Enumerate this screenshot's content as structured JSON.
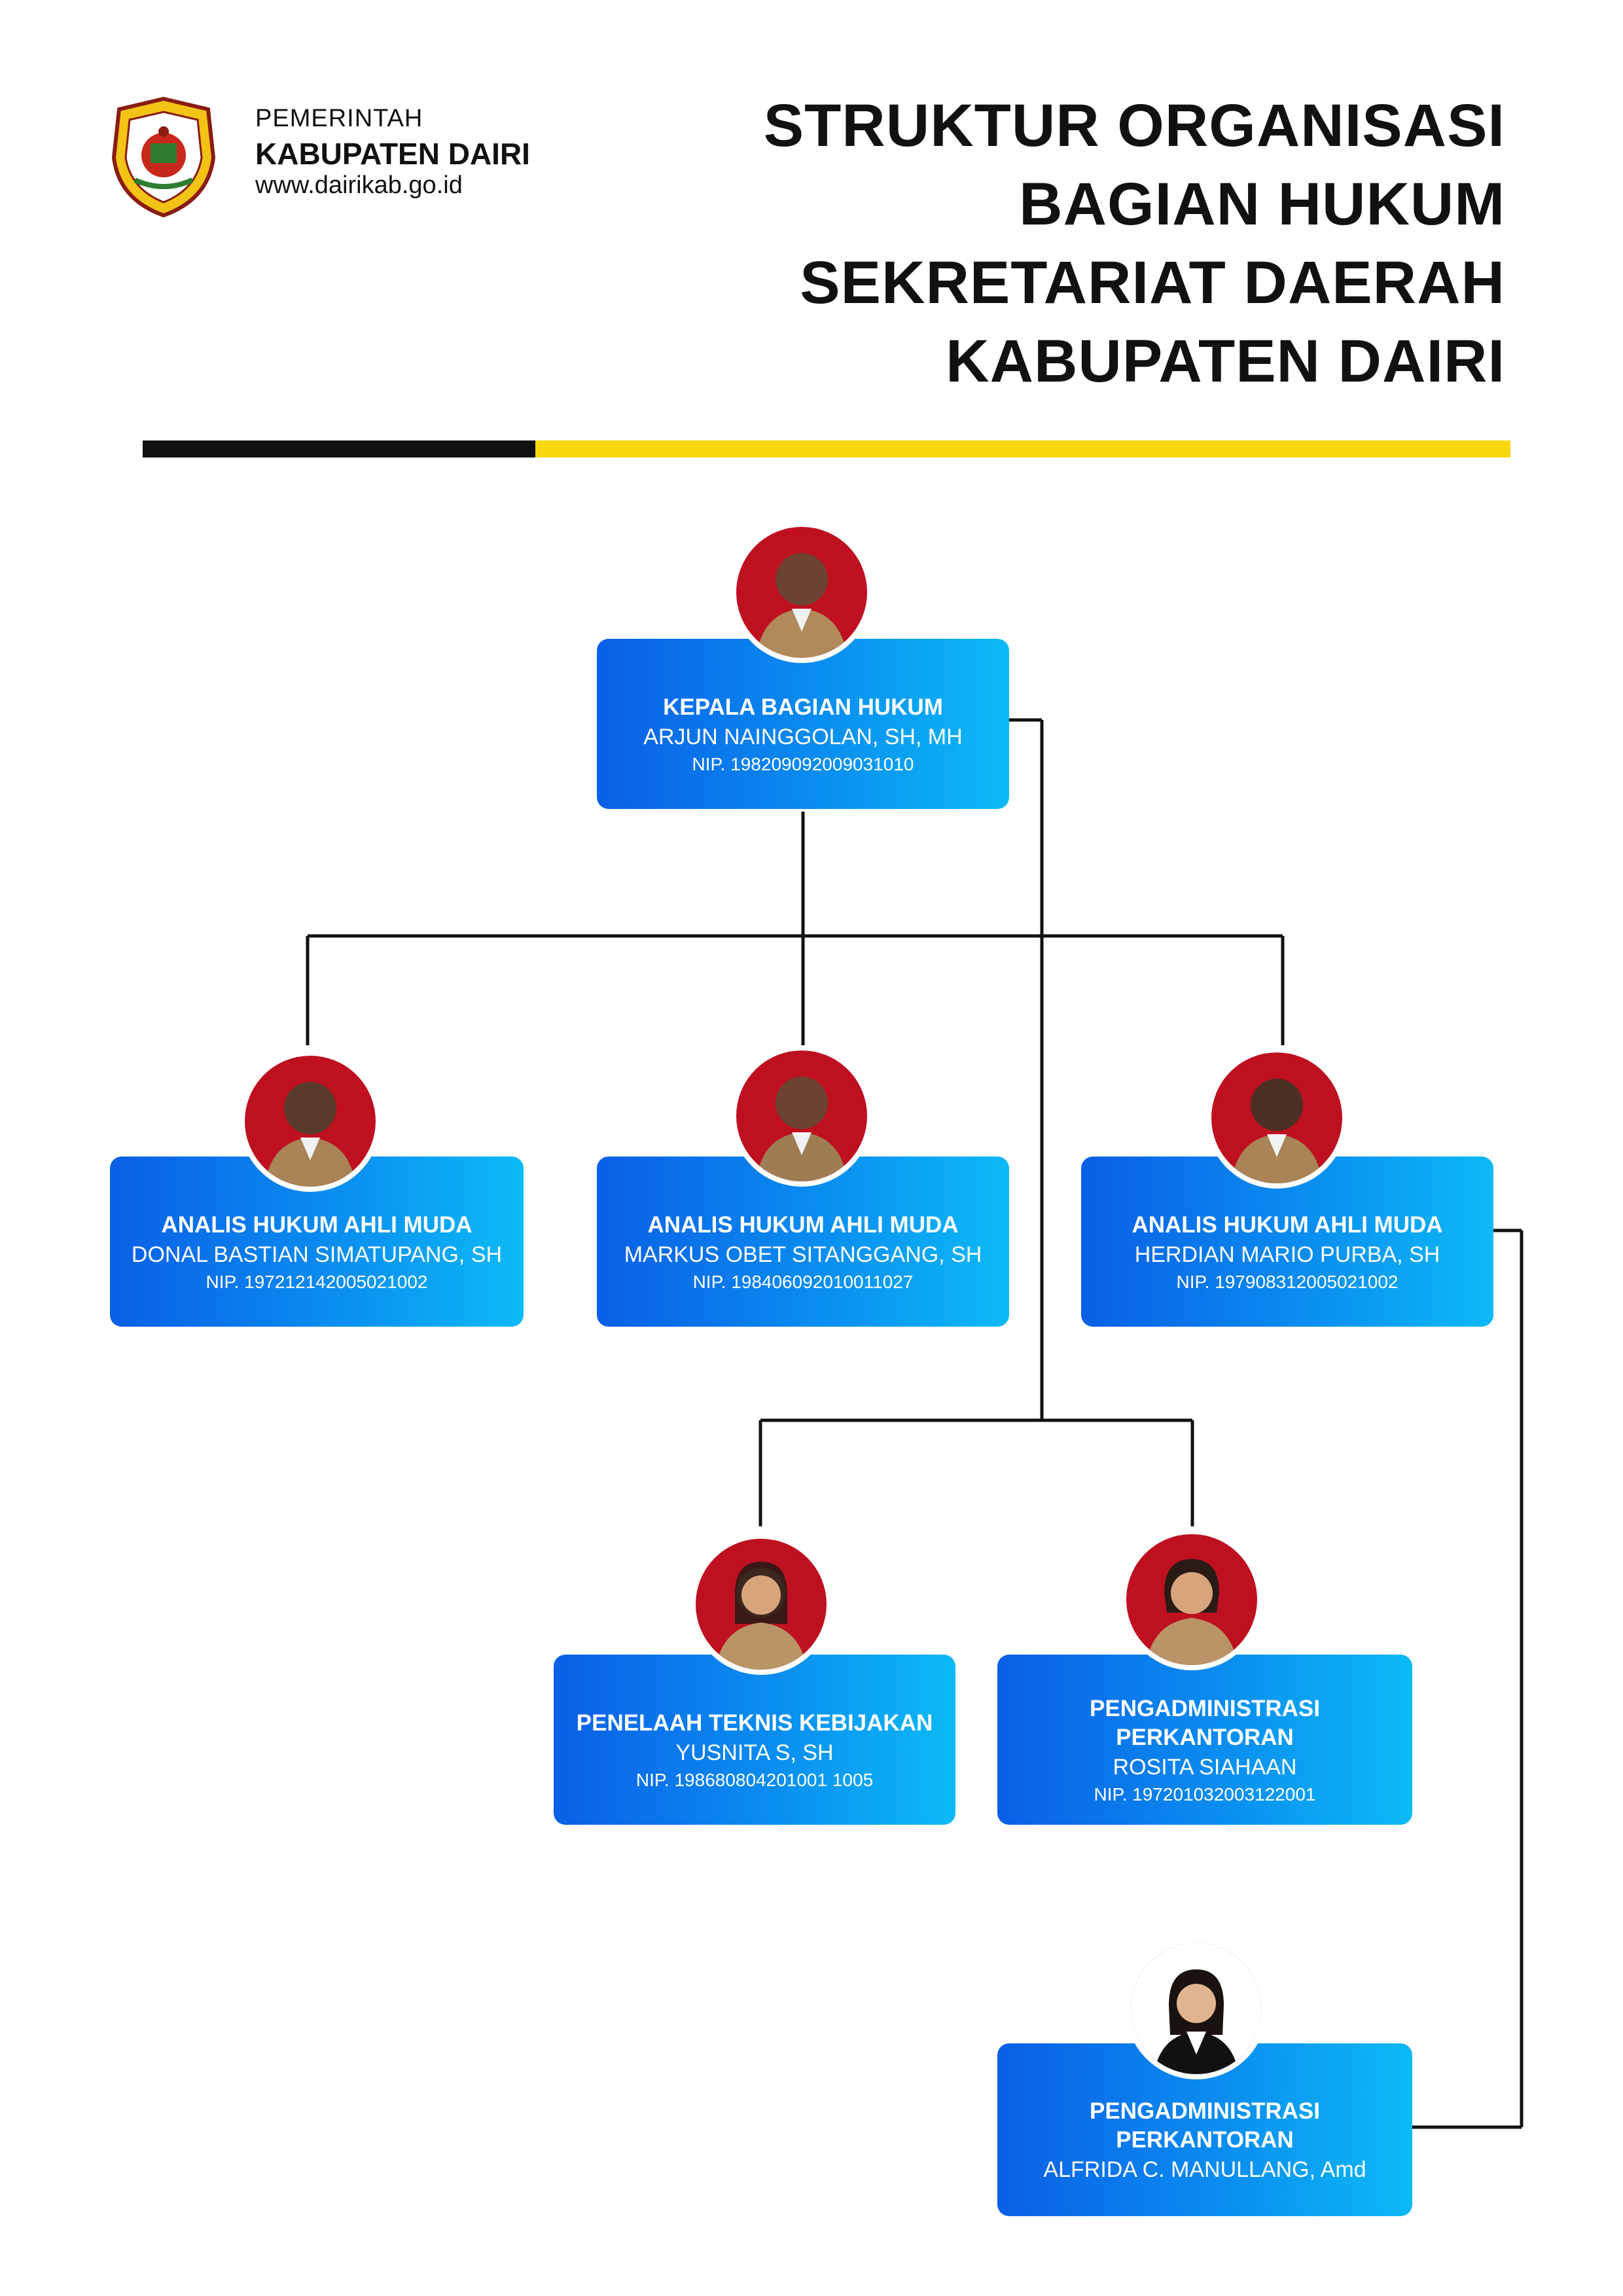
{
  "header": {
    "government_label": "PEMERINTAH",
    "government_name": "KABUPATEN DAIRI",
    "website": "www.dairikab.go.id",
    "title_lines": [
      "STRUKTUR ORGANISASI",
      "BAGIAN HUKUM",
      "SEKRETARIAT DAERAH",
      "KABUPATEN DAIRI"
    ]
  },
  "colors": {
    "card_gradient_start": "#0a5fe6",
    "card_gradient_end": "#0cbaf7",
    "avatar_background": "#bf1020",
    "accent_yellow": "#f7d90b",
    "accent_black": "#111111"
  },
  "org": {
    "head": {
      "role": "KEPALA BAGIAN HUKUM",
      "name": "ARJUN NAINGGOLAN, SH, MH",
      "nip": "NIP. 198209092009031010"
    },
    "analysts": [
      {
        "role": "ANALIS HUKUM AHLI MUDA",
        "name": "DONAL BASTIAN SIMATUPANG, SH",
        "nip": "NIP. 197212142005021002"
      },
      {
        "role": "ANALIS HUKUM AHLI MUDA",
        "name": "MARKUS OBET SITANGGANG, SH",
        "nip": "NIP. 198406092010011027"
      },
      {
        "role": "ANALIS HUKUM AHLI MUDA",
        "name": "HERDIAN MARIO PURBA, SH",
        "nip": "NIP. 197908312005021002"
      }
    ],
    "staff": [
      {
        "role": "PENELAAH TEKNIS KEBIJAKAN",
        "name": "YUSNITA S, SH",
        "nip": "NIP. 198680804201001 1005"
      },
      {
        "role": "PENGADMINISTRASI PERKANTORAN",
        "name": "ROSITA SIAHAAN",
        "nip": "NIP. 197201032003122001"
      }
    ],
    "admin": {
      "role": "PENGADMINISTRASI PERKANTORAN",
      "name": "ALFRIDA C. MANULLANG, Amd"
    }
  }
}
